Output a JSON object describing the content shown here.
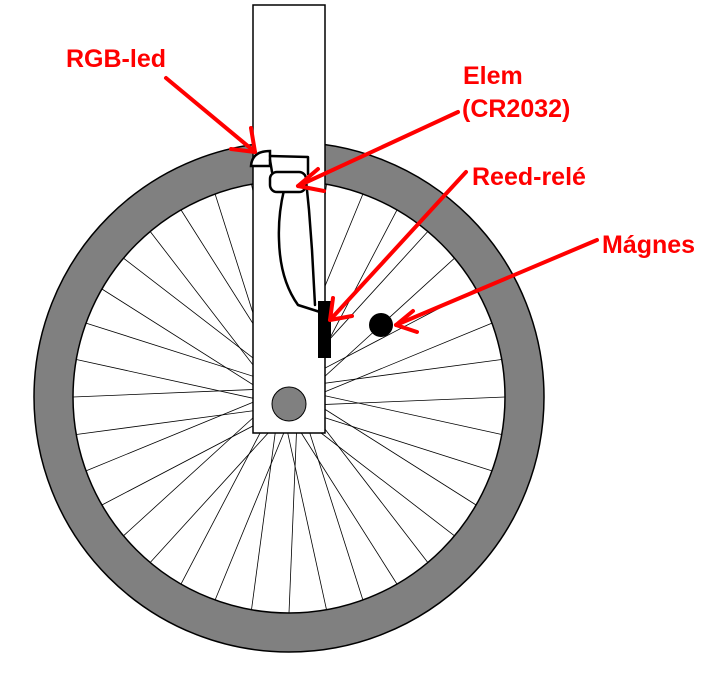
{
  "labels": {
    "rgb_led": "RGB-led",
    "elem_line1": "Elem",
    "elem_line2": "(CR2032)",
    "reed": "Reed-relé",
    "magnes": "Mágnes"
  },
  "colors": {
    "tire": "#808080",
    "outline": "#000000",
    "label_red": "#ff0000",
    "hub": "#808080",
    "background": "#ffffff"
  },
  "spoke_count": 36
}
